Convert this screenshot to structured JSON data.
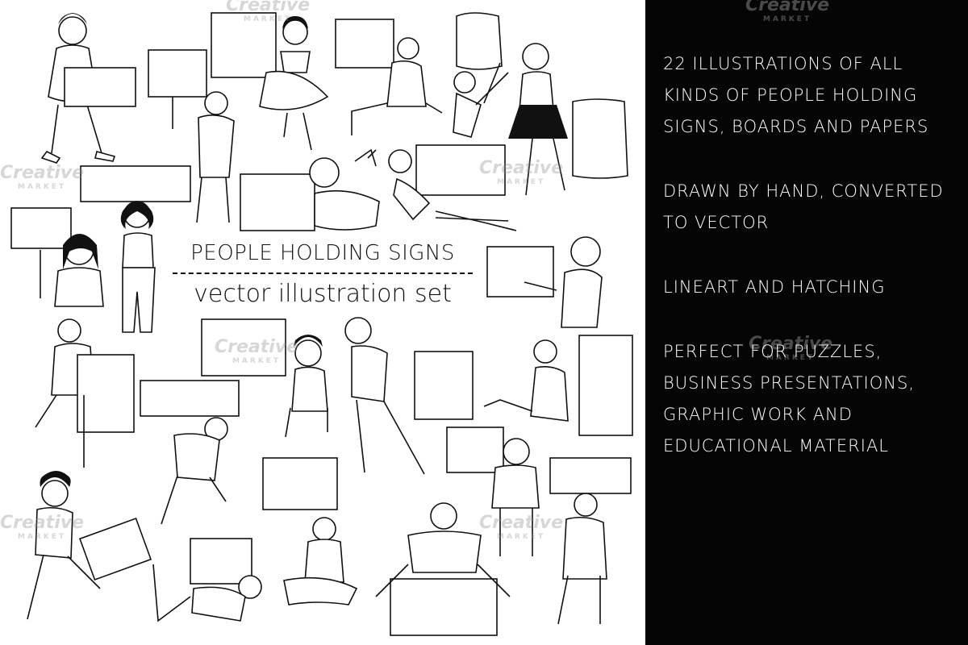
{
  "title": {
    "line1": "PEOPLE HOLDING SIGNS",
    "line2": "vector illustration set"
  },
  "panel": {
    "paragraphs": [
      "22 ILLUSTRATIONS OF ALL KINDS OF PEOPLE HOLDING SIGNS, BOARDS AND PAPERS",
      "DRAWN BY HAND, CONVERTED TO VECTOR",
      "LINEART AND HATCHING",
      "PERFECT FOR PUZZLES, BUSINESS PRESENTATIONS, GRAPHIC WORK AND EDUCATIONAL MATERIAL"
    ]
  },
  "watermark": {
    "brand": "Creative",
    "sub": "MARKET"
  },
  "colors": {
    "panel_bg": "#050505",
    "ink": "#111111",
    "paper": "#ffffff"
  }
}
